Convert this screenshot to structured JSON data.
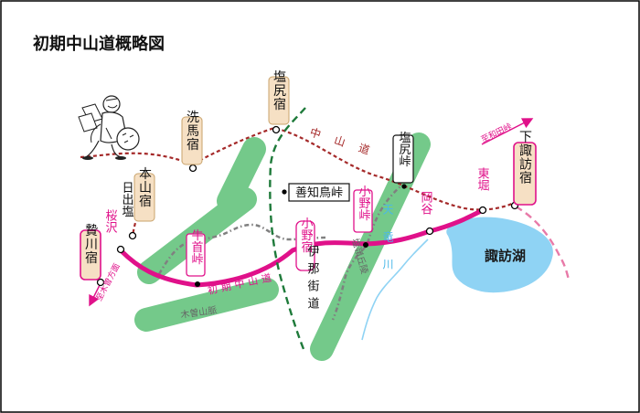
{
  "title": "初期中山道概略図",
  "colors": {
    "nakasendo": "#a52a2a",
    "early_route": "#e0118a",
    "side_road": "#808080",
    "ina_kaido": "#1e7a3a",
    "mountain": "#74c98a",
    "lake": "#8fd3f4",
    "river": "#8fd3f4",
    "station_fill": "#f6e0c4",
    "station_border": "#c9a36b",
    "early_station_border": "#e0118a",
    "direction_arrow": "#e0118a"
  },
  "stations": {
    "shiojiri": "塩尻宿",
    "seba": "洗馬宿",
    "motoyama": "本山宿",
    "niekawa": "贄川宿",
    "shimosuwa": "下諏訪宿"
  },
  "route_labels": {
    "nakasendo": "中山道",
    "early_nakasendo": "初期中山道",
    "ina_kaido": "伊那街道",
    "to_wada": "至和田峠",
    "to_kiso": "至木曽方面"
  },
  "places": {
    "sakurazawa": "桜沢",
    "hideshio": "日出塩",
    "ushikubi": "牛首峠",
    "zenchito": "善知鳥峠",
    "ono_juku": "小野宿",
    "ono_toge": "小野峠",
    "shiojiri_toge": "塩尻峠",
    "okaya": "岡谷",
    "higashibori": "東堀",
    "shiojiri_ridge": "塩嶺丘陵",
    "kiso_mountains": "木曽山脈",
    "tenryu_river": "天竜川",
    "suwa_lake": "諏訪湖"
  },
  "icons": {
    "traveler": "traveler-illustration",
    "point": "station-dot"
  }
}
